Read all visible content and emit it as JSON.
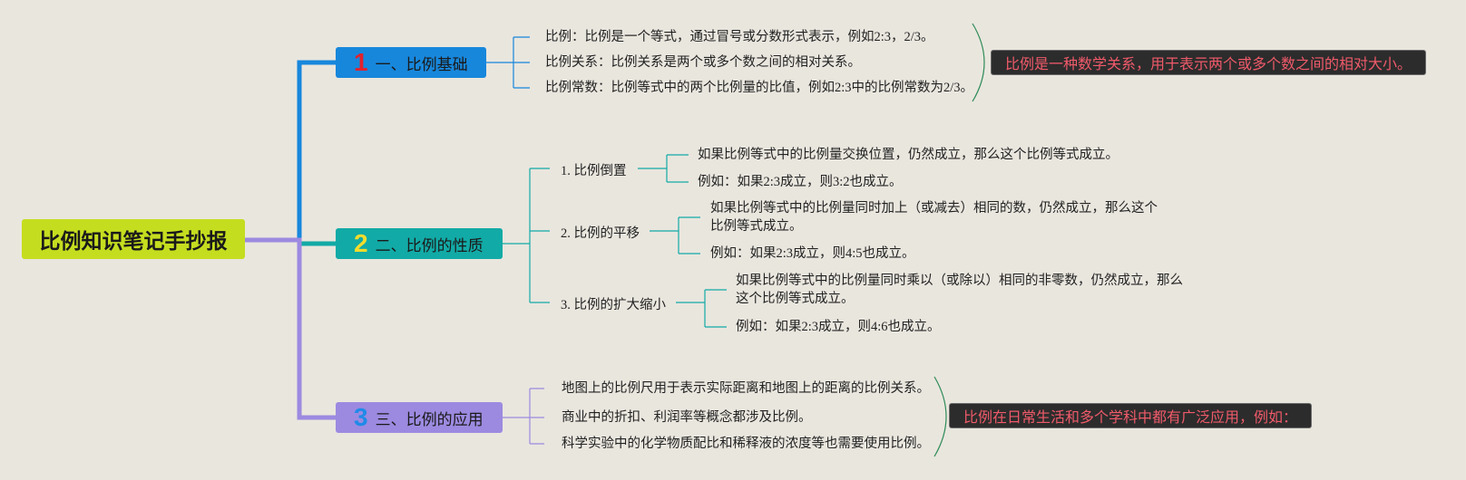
{
  "root": {
    "title": "比例知识笔记手抄报"
  },
  "branches": [
    {
      "num": "1",
      "title": "一、比例基础",
      "items": [
        "比例：比例是一个等式，通过冒号或分数形式表示，例如2:3，2/3。",
        "比例关系：比例关系是两个或多个数之间的相对关系。",
        "比例常数：比例等式中的两个比例量的比值，例如2:3中的比例常数为2/3。"
      ],
      "summary": "比例是一种数学关系，用于表示两个或多个数之间的相对大小。"
    },
    {
      "num": "2",
      "title": "二、比例的性质",
      "subs": [
        {
          "title": "1. 比例倒置",
          "items": [
            "如果比例等式中的比例量交换位置，仍然成立，那么这个比例等式成立。",
            "例如：如果2:3成立，则3:2也成立。"
          ]
        },
        {
          "title": "2. 比例的平移",
          "items": [
            "如果比例等式中的比例量同时加上（或减去）相同的数，仍然成立，那么这个比例等式成立。",
            "例如：如果2:3成立，则4:5也成立。"
          ]
        },
        {
          "title": "3. 比例的扩大缩小",
          "items": [
            "如果比例等式中的比例量同时乘以（或除以）相同的非零数，仍然成立，那么这个比例等式成立。",
            "例如：如果2:3成立，则4:6也成立。"
          ]
        }
      ]
    },
    {
      "num": "3",
      "title": "三、比例的应用",
      "items": [
        "地图上的比例尺用于表示实际距离和地图上的距离的比例关系。",
        "商业中的折扣、利润率等概念都涉及比例。",
        "科学实验中的化学物质配比和稀释液的浓度等也需要使用比例。"
      ],
      "summary": "比例在日常生活和多个学科中都有广泛应用，例如："
    }
  ],
  "colors": {
    "branch1": "#1787dc",
    "branch2": "#12aaa6",
    "branch3": "#9c8ae0",
    "root": "#c5dd1f",
    "summary_text": "#f05a6a"
  }
}
